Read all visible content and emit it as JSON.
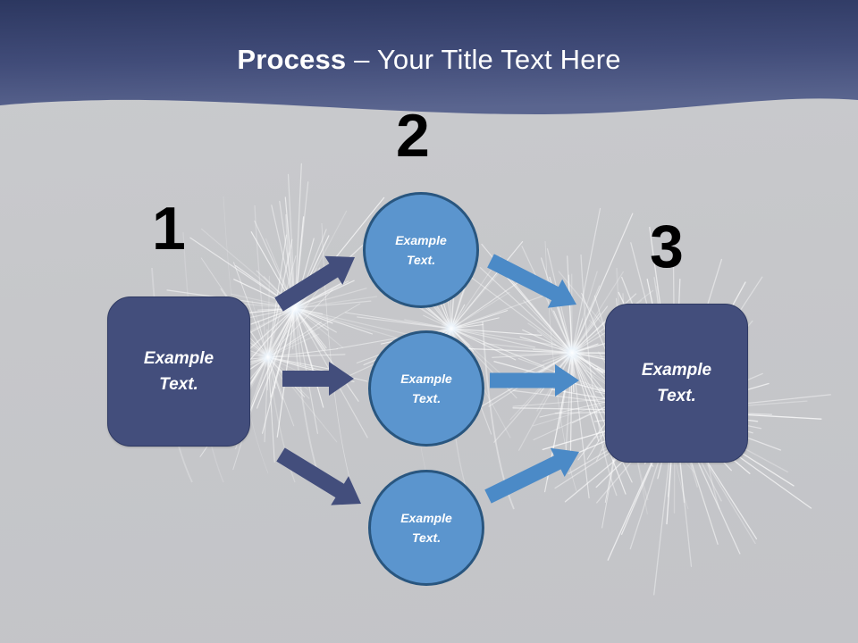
{
  "slide": {
    "title_bold": "Process",
    "title_rest": " – Your Title Text Here",
    "background_color": "#c7c8cb",
    "header_gradient_top": "#2f3b64",
    "header_gradient_bottom": "#5a658f"
  },
  "steps": [
    {
      "number": "1",
      "label_line1": "Example",
      "label_line2": "Text."
    },
    {
      "number": "2",
      "label_line1": "Example",
      "label_line2": "Text."
    },
    {
      "number": "3",
      "label_line1": "Example",
      "label_line2": "Text."
    }
  ],
  "boxes": {
    "start": {
      "line1": "Example",
      "line2": "Text.",
      "color": "#434e7c"
    },
    "end": {
      "line1": "Example",
      "line2": "Text.",
      "color": "#434e7c"
    }
  },
  "circles": [
    {
      "line1": "Example",
      "line2": "Text.",
      "color": "#5b95ce",
      "border": "#29567f"
    },
    {
      "line1": "Example",
      "line2": "Text.",
      "color": "#5b95ce",
      "border": "#29567f"
    },
    {
      "line1": "Example",
      "line2": "Text.",
      "color": "#5b95ce",
      "border": "#29567f"
    }
  ],
  "arrows": {
    "inbound_color": "#434e7c",
    "outbound_color": "#4b8ac7",
    "inbound_count": 3,
    "outbound_count": 3
  }
}
